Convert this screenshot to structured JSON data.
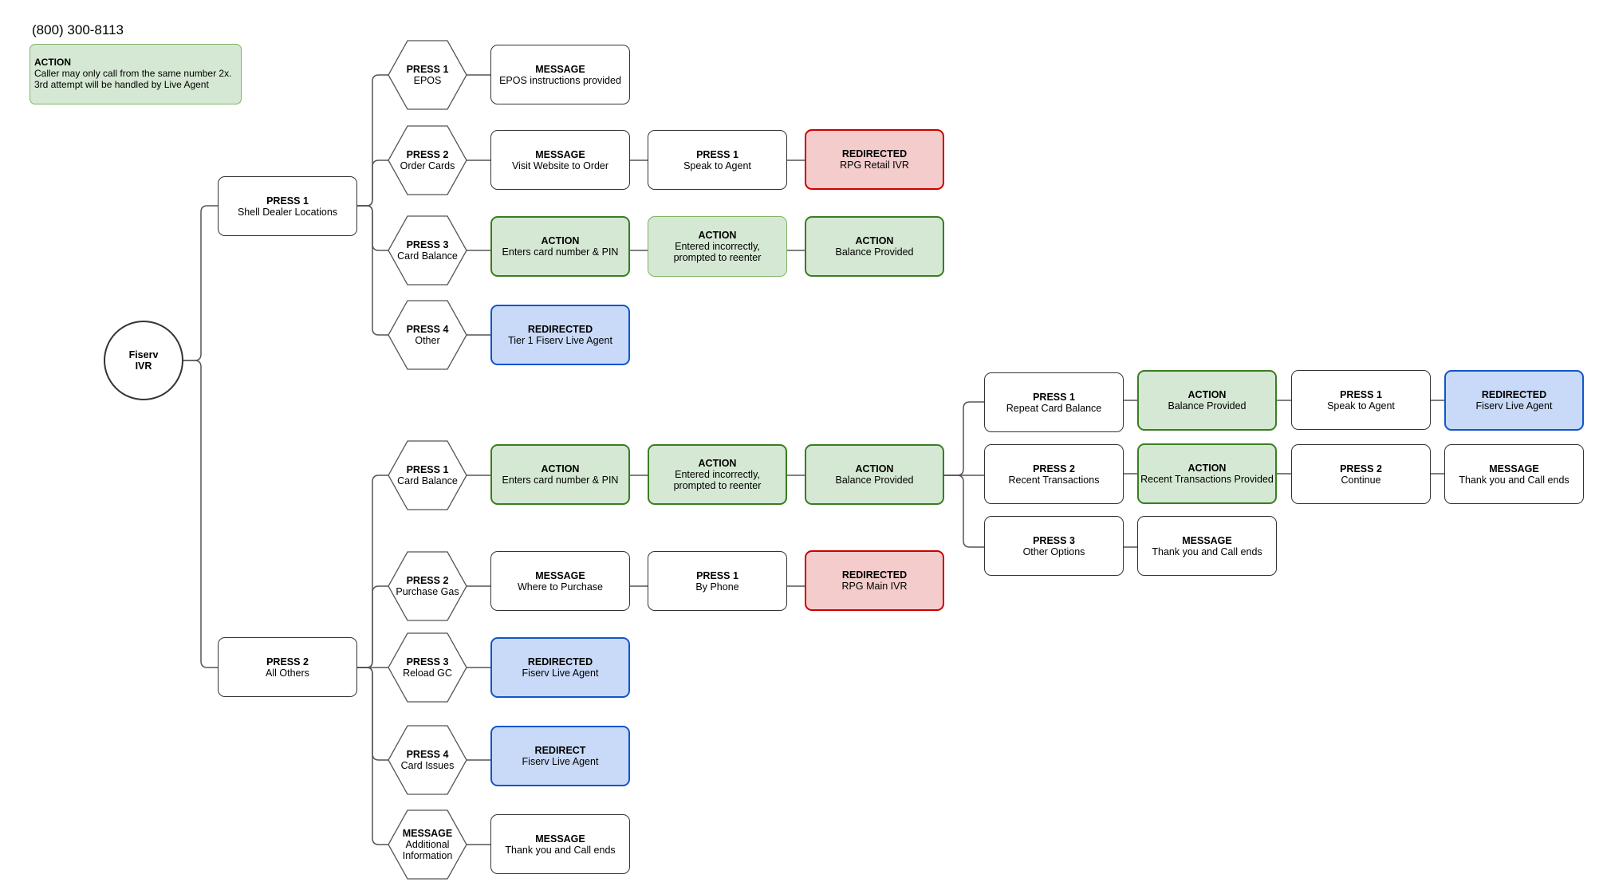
{
  "header": {
    "phone_number": "(800) 300-8113",
    "note": {
      "title": "ACTION",
      "line1": "Caller may only call from the same number 2x.",
      "line2": "3rd attempt will be handled by Live Agent"
    }
  },
  "root": {
    "line1": "Fiserv",
    "line2": "IVR"
  },
  "branch1": {
    "menu": {
      "title": "PRESS 1",
      "text": "Shell Dealer Locations"
    },
    "options": [
      {
        "title": "PRESS 1",
        "text": "EPOS"
      },
      {
        "title": "PRESS 2",
        "text": "Order Cards"
      },
      {
        "title": "PRESS 3",
        "text": "Card Balance"
      },
      {
        "title": "PRESS 4",
        "text": "Other"
      }
    ],
    "epos_message": {
      "title": "MESSAGE",
      "text": "EPOS instructions provided"
    },
    "order_chain": [
      {
        "title": "MESSAGE",
        "text": "Visit Website to Order"
      },
      {
        "title": "PRESS 1",
        "text": "Speak to Agent"
      },
      {
        "title": "REDIRECTED",
        "text": "RPG Retail IVR"
      }
    ],
    "balance_chain": [
      {
        "title": "ACTION",
        "text": "Enters card number & PIN"
      },
      {
        "title": "ACTION",
        "text": "Entered incorrectly,",
        "text2": "prompted to reenter"
      },
      {
        "title": "ACTION",
        "text": "Balance Provided"
      }
    ],
    "other_redirect": {
      "title": "REDIRECTED",
      "text": "Tier 1 Fiserv Live Agent"
    }
  },
  "branch2": {
    "menu": {
      "title": "PRESS 2",
      "text": "All Others"
    },
    "options": [
      {
        "title": "PRESS 1",
        "text": "Card Balance"
      },
      {
        "title": "PRESS 2",
        "text": "Purchase Gas"
      },
      {
        "title": "PRESS 3",
        "text": "Reload GC"
      },
      {
        "title": "PRESS 4",
        "text": "Card Issues"
      },
      {
        "title": "MESSAGE",
        "text": "Additional",
        "text2": "Information"
      }
    ],
    "balance_chain": [
      {
        "title": "ACTION",
        "text": "Enters card number & PIN"
      },
      {
        "title": "ACTION",
        "text": "Entered incorrectly,",
        "text2": "prompted to reenter"
      },
      {
        "title": "ACTION",
        "text": "Balance Provided"
      }
    ],
    "post_balance": {
      "repeat": [
        {
          "title": "PRESS 1",
          "text": "Repeat Card Balance"
        },
        {
          "title": "ACTION",
          "text": "Balance Provided"
        },
        {
          "title": "PRESS 1",
          "text": "Speak to Agent"
        },
        {
          "title": "REDIRECTED",
          "text": "Fiserv Live Agent"
        }
      ],
      "transactions": [
        {
          "title": "PRESS 2",
          "text": "Recent Transactions"
        },
        {
          "title": "ACTION",
          "text": "Recent Transactions Provided"
        },
        {
          "title": "PRESS 2",
          "text": "Continue"
        },
        {
          "title": "MESSAGE",
          "text": "Thank you and Call ends"
        }
      ],
      "other": [
        {
          "title": "PRESS 3",
          "text": "Other Options"
        },
        {
          "title": "MESSAGE",
          "text": "Thank you and Call ends"
        }
      ]
    },
    "purchase_chain": [
      {
        "title": "MESSAGE",
        "text": "Where to Purchase"
      },
      {
        "title": "PRESS 1",
        "text": "By Phone"
      },
      {
        "title": "REDIRECTED",
        "text": "RPG Main IVR"
      }
    ],
    "reload_redirect": {
      "title": "REDIRECTED",
      "text": "Fiserv Live Agent"
    },
    "issues_redirect": {
      "title": "REDIRECT",
      "text": "Fiserv Live Agent"
    },
    "info_message": {
      "title": "MESSAGE",
      "text": "Thank you and Call ends"
    }
  },
  "colors": {
    "action_fill": "#d5e8d4",
    "action_border": "#3a7d22",
    "redirect_red_fill": "#f4cccc",
    "redirect_red_border": "#cc0000",
    "redirect_blue_fill": "#c9daf8",
    "redirect_blue_border": "#1155cc"
  }
}
